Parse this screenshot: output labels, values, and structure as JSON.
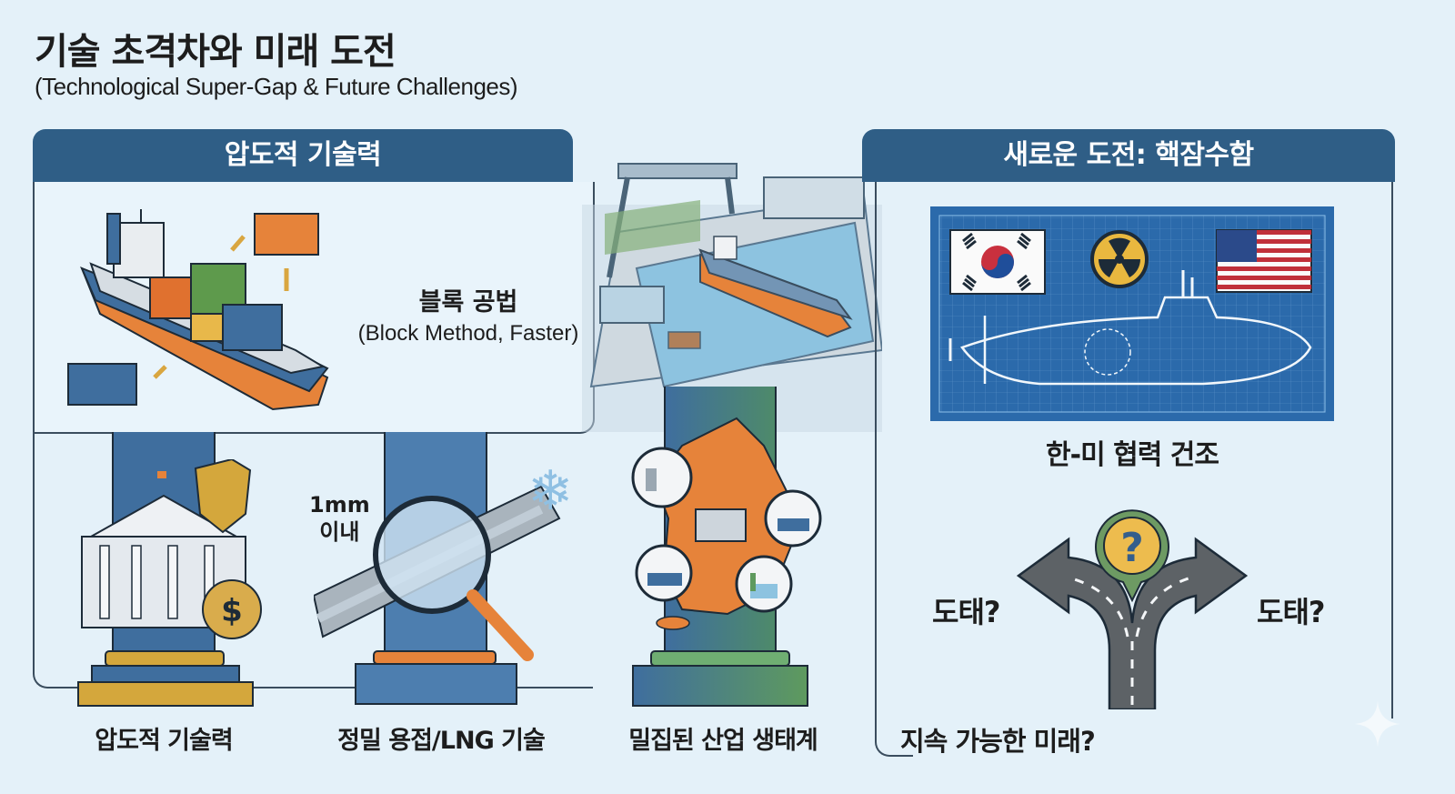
{
  "header": {
    "title": "기술 초격차와 미래 도전",
    "subtitle": "(Technological Super-Gap & Future Challenges)"
  },
  "left_panel": {
    "title": "압도적 기술력",
    "block_method": {
      "title": "블록 공법",
      "subtitle": "(Block Method, Faster)"
    }
  },
  "pillars": [
    {
      "label": "압도적 기술력",
      "icons": [
        "government-building-icon",
        "shield-icon",
        "money-bag-icon"
      ],
      "accent": "#c9a13a"
    },
    {
      "label": "정밀 용접/LNG 기술",
      "annotation_line1": "1mm",
      "annotation_line2": "이내",
      "icons": [
        "magnifying-glass-icon",
        "weld-seam-icon",
        "snowflake-icon"
      ],
      "accent": "#e0782f"
    },
    {
      "label": "밀집된 산업 생태계",
      "icons": [
        "korea-map-icon",
        "power-plant-icon",
        "factory-icon",
        "ship-icon",
        "industrial-plant-icon"
      ],
      "accent": "#5e9a5e"
    }
  ],
  "right_panel": {
    "title": "새로운 도전: 핵잠수함",
    "blueprint_caption": "한-미 협력 건조",
    "crossroads": {
      "left_label": "도태?",
      "right_label": "도태?",
      "bottom_label": "지속 가능한 미래?"
    }
  },
  "colors": {
    "background": "#e4f1f9",
    "header_blue": "#2f5e86",
    "pillar_blue": "#3f6e9e",
    "orange": "#e6833a",
    "gold": "#d4a73c",
    "blueprint": "#2b6aab"
  }
}
